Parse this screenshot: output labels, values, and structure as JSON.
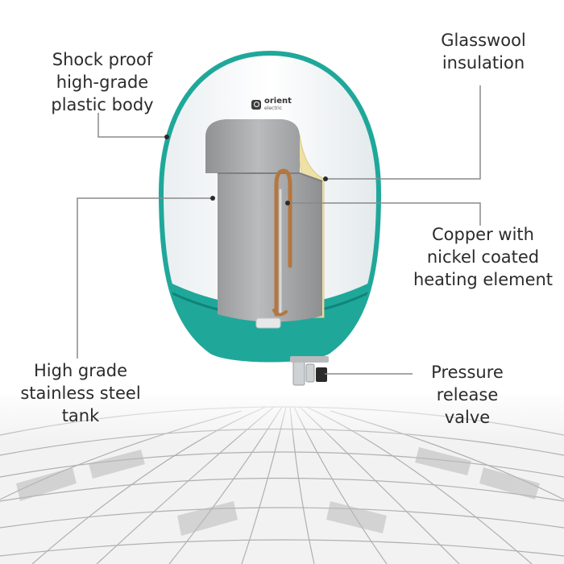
{
  "brand": {
    "name": "orient",
    "sub": "electric"
  },
  "callouts": {
    "plastic_body": [
      "Shock proof",
      "high-grade",
      "plastic body"
    ],
    "glasswool": [
      "Glasswool",
      "insulation"
    ],
    "copper": [
      "Copper with",
      "nickel coated",
      "heating element"
    ],
    "tank": [
      "High grade",
      "stainless steel",
      "tank"
    ],
    "valve": [
      "Pressure",
      "release",
      "valve"
    ]
  },
  "colors": {
    "teal": "#1fa89a",
    "teal_dark": "#0f8478",
    "tank_gray": "#a7a9ab",
    "insulation": "#efe1a6",
    "copper": "#b5773f",
    "leader_line": "#8a8a8a"
  }
}
